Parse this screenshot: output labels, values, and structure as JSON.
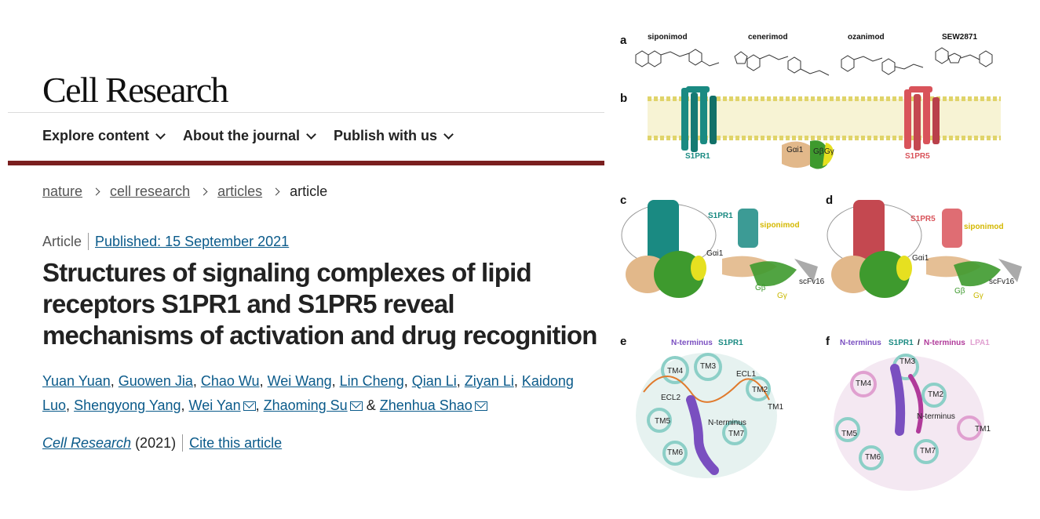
{
  "journal": {
    "name": "Cell Research"
  },
  "nav": {
    "items": [
      "Explore content",
      "About the journal",
      "Publish with us"
    ]
  },
  "breadcrumb": {
    "items": [
      "nature",
      "cell research",
      "articles"
    ],
    "current": "article"
  },
  "meta": {
    "type": "Article",
    "published": "Published: 15 September 2021"
  },
  "article": {
    "title": "Structures of signaling complexes of lipid receptors S1PR1 and S1PR5 reveal mechanisms of activation and drug recognition",
    "authors": [
      "Yuan Yuan",
      "Guowen Jia",
      "Chao Wu",
      "Wei Wang",
      "Lin Cheng",
      "Qian Li",
      "Ziyan Li",
      "Kaidong Luo",
      "Shengyong Yang",
      "Wei Yan",
      "Zhaoming Su",
      "Zhenhua Shao"
    ],
    "and": "&",
    "journal_italic": "Cell Research",
    "year": "(2021)",
    "cite": "Cite this article"
  },
  "figure": {
    "panels": [
      "a",
      "b",
      "c",
      "d",
      "e",
      "f"
    ],
    "drugs": [
      "siponimod",
      "cenerimod",
      "ozanimod",
      "SEW2871"
    ],
    "b_labels": [
      "S1PR1",
      "S1PR5",
      "Gαi1",
      "Gβ",
      "Gγ"
    ],
    "c_labels": [
      "S1PR1",
      "siponimod",
      "Gαi1",
      "Gβ",
      "Gγ",
      "scFv16"
    ],
    "d_labels": [
      "S1PR5",
      "siponimod",
      "Gαi1",
      "Gβ",
      "Gγ",
      "scFv16"
    ],
    "e_title": [
      "N-terminus",
      "S1PR1"
    ],
    "e_labels": [
      "TM4",
      "TM3",
      "ECL1",
      "TM2",
      "TM1",
      "ECL2",
      "TM5",
      "N-terminus",
      "TM7",
      "TM6"
    ],
    "f_title": [
      "N-terminus",
      "S1PR1",
      "/",
      "N-terminus",
      "LPA1"
    ],
    "f_labels": [
      "TM3",
      "TM4",
      "TM2",
      "N-terminus",
      "TM5",
      "TM1",
      "TM6",
      "TM7"
    ],
    "colors": {
      "s1pr1": "#1a8a82",
      "s1pr5": "#d9535a",
      "gai": "#e2b88a",
      "gb": "#3e9a2e",
      "gg": "#e6e020",
      "purple": "#7a4fc0",
      "lpa1": "#e0a0d0",
      "membrane": "#ece27a"
    }
  }
}
